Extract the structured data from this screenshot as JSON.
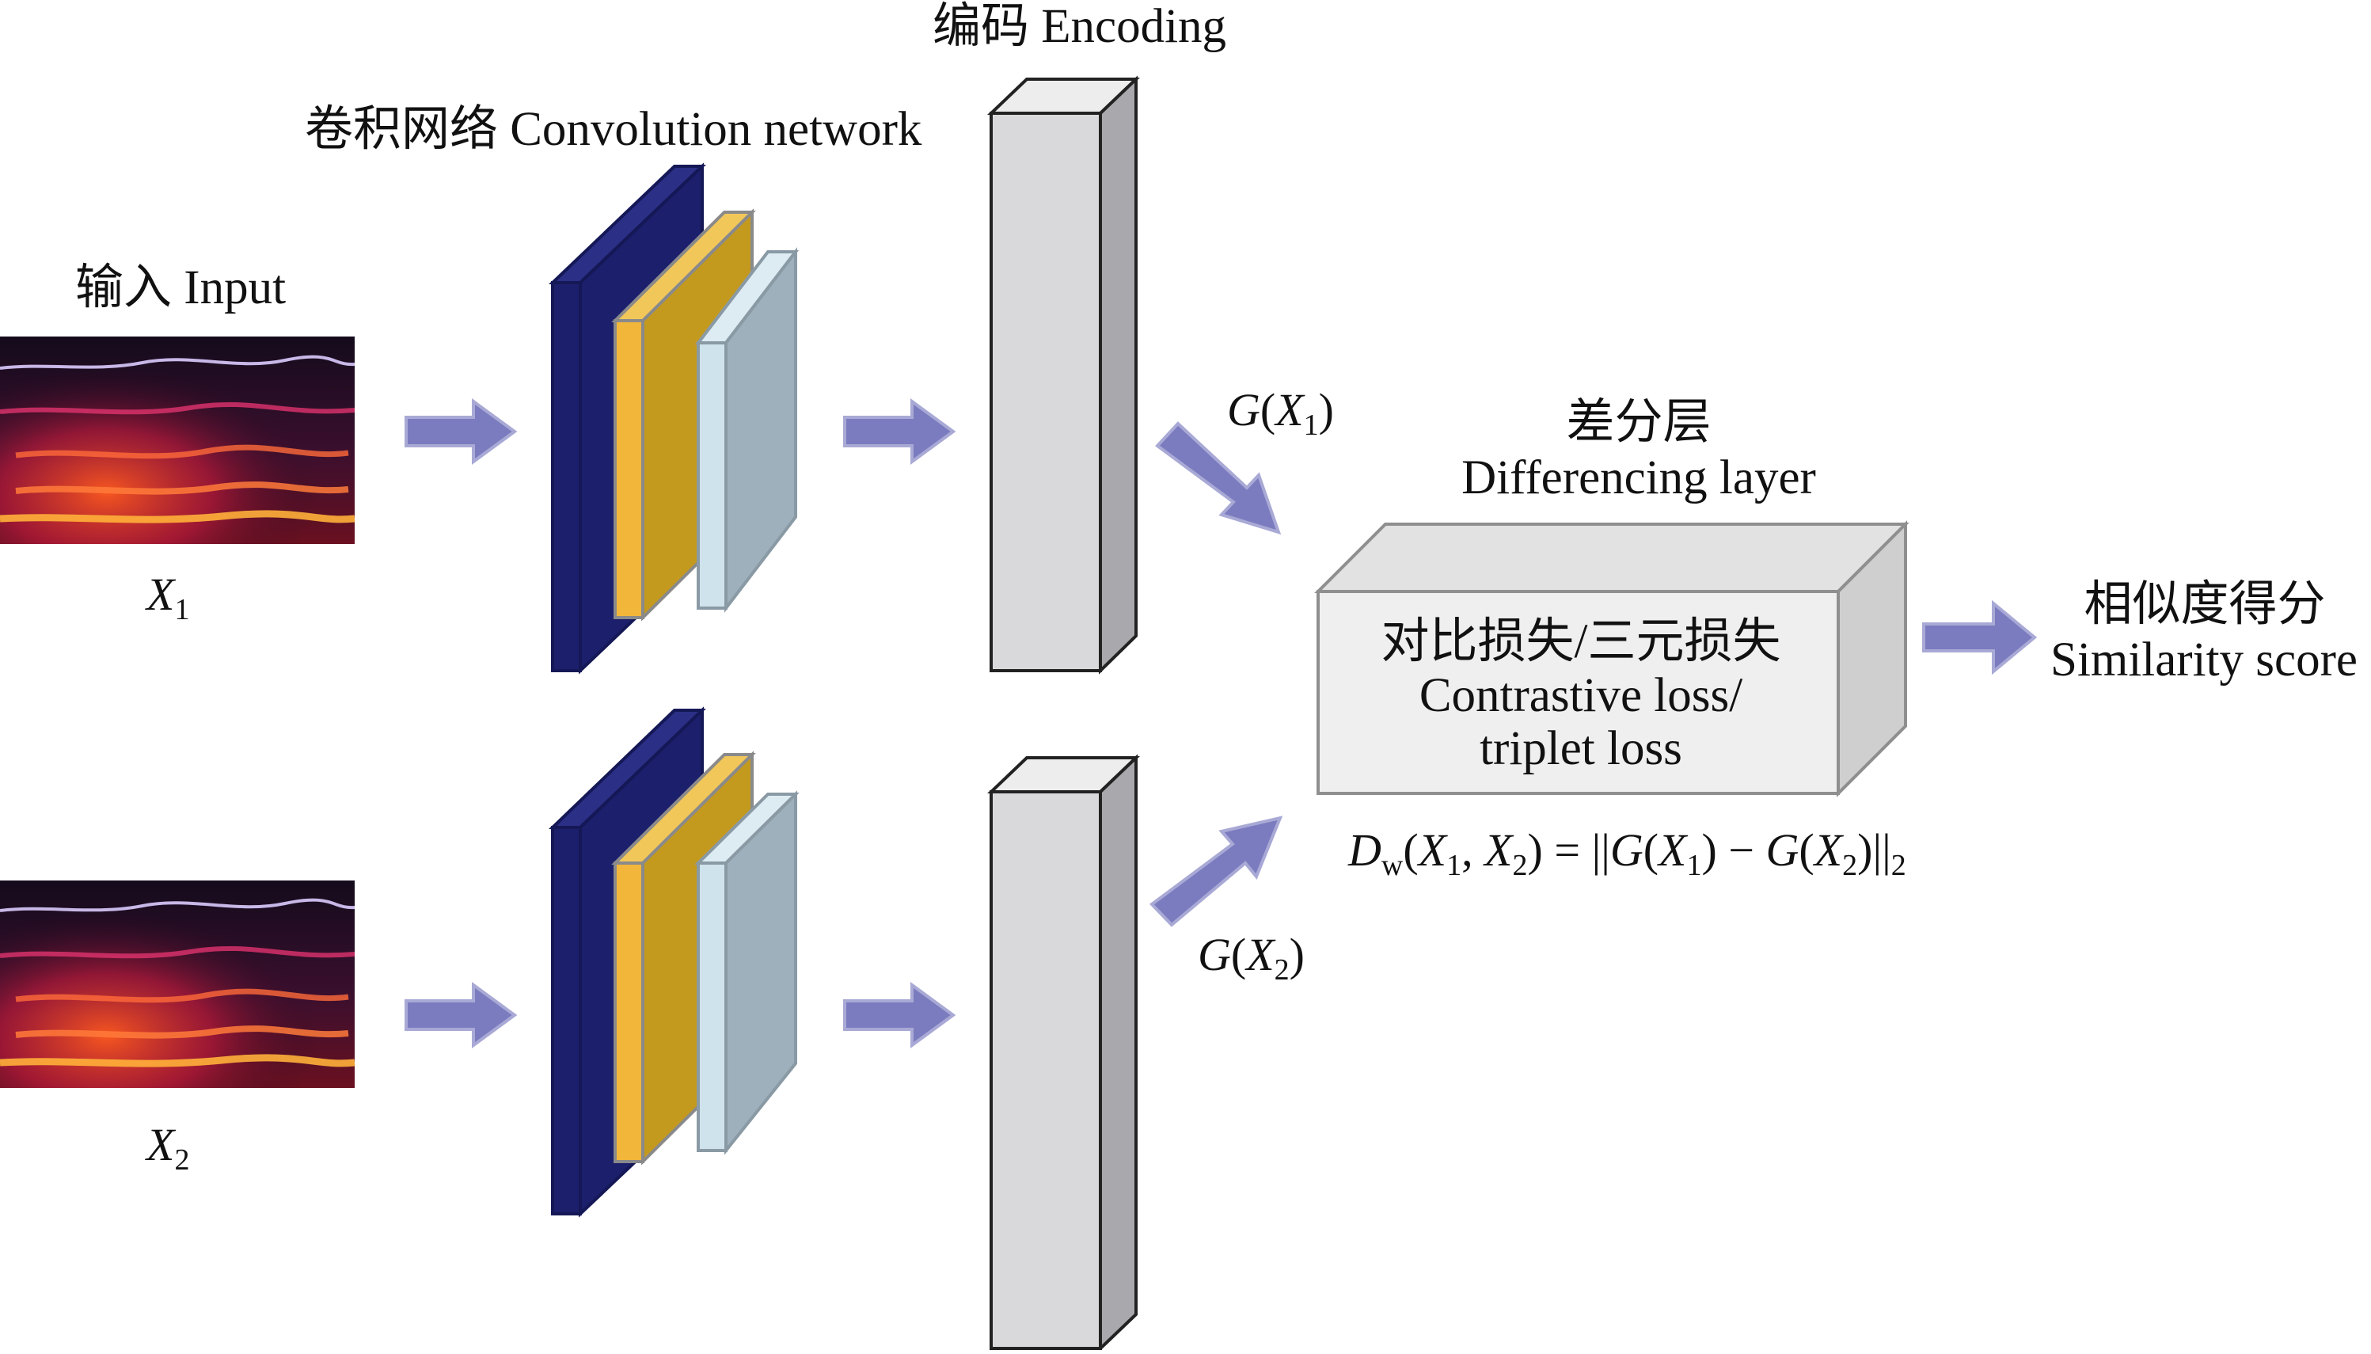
{
  "labels": {
    "input": "输入 Input",
    "conv": "卷积网络 Convolution network",
    "encoding": "编码 Encoding",
    "diff_zh": "差分层",
    "diff_en": "Differencing layer",
    "score_zh": "相似度得分",
    "score_en": "Similarity score",
    "loss_zh": "对比损失/三元损失",
    "loss_en1": "Contrastive loss/",
    "loss_en2": "triplet loss"
  },
  "math": {
    "x": "X",
    "one": "1",
    "two": "2",
    "g": "G",
    "d": "D",
    "w": "w",
    "lp": "(",
    "rp": ")",
    "comma": ", ",
    "eq": " = ||",
    "minus": " − ",
    "norm_close": "||",
    "norm_sub": "2"
  },
  "colors": {
    "arrow": "#7b7bbf",
    "arrow_outline": "#a9a9d6",
    "conv_navy": "#1c1f6b",
    "conv_gold": "#c49a1e",
    "conv_gold_face": "#f2b63b",
    "conv_steel": "#9eb0bb",
    "conv_steel_face": "#cfe3ec",
    "encoding_face": "#d9d9dc",
    "encoding_side": "#a9a9ad",
    "box_face": "#efefef",
    "box_top": "#e2e2e2",
    "box_side": "#cfcfcf",
    "spectro_bg": "#0d0a12",
    "spectro_hot": "#ff3b1f",
    "spectro_band": "#e0336e"
  }
}
